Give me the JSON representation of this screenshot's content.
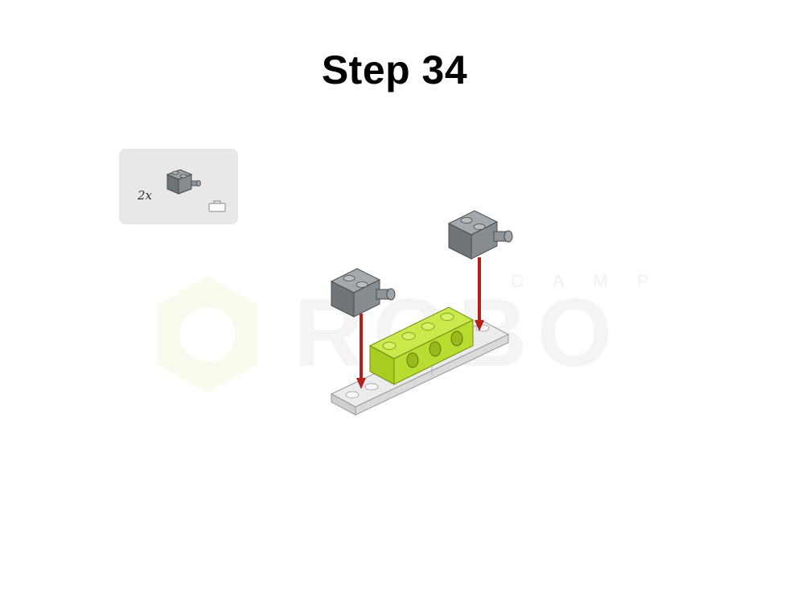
{
  "title": "Step 34",
  "parts": {
    "quantity": "2x",
    "brick_icon": "brick-with-pin-icon",
    "bag_icon": "parts-bag-icon"
  },
  "watermark": {
    "small_text": "CAMP",
    "large_text": "ROBO"
  },
  "colors": {
    "dark_gray_brick": "#7a7f84",
    "lime_beam": "#b5d92e",
    "light_gray_plate": "#dcdcdc",
    "arrow": "#b3201b",
    "callout_bg": "#e8e8e8",
    "watermark": "#f3f3f3"
  }
}
